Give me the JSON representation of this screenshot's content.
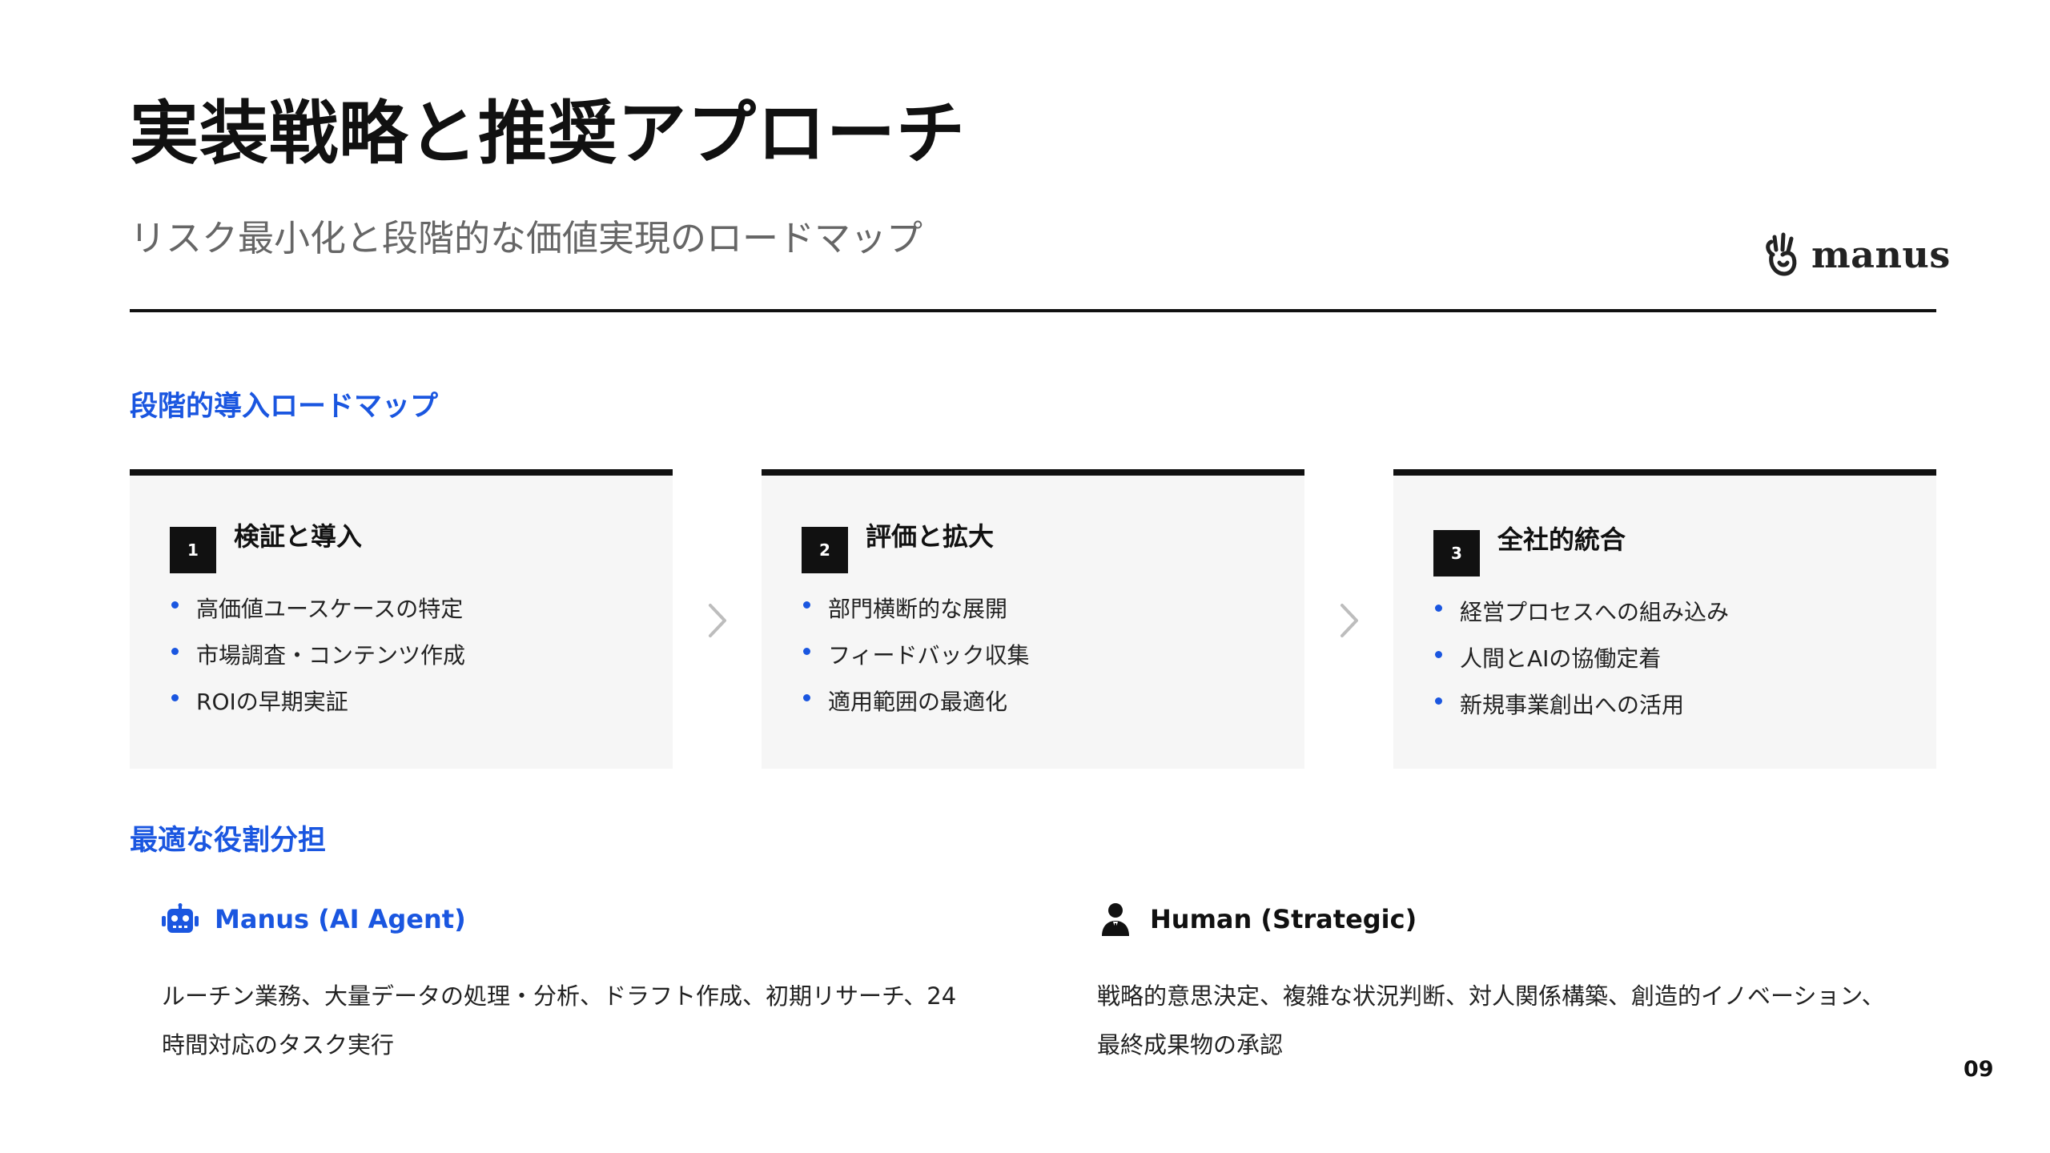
{
  "header": {
    "title": "実装戦略と推奨アプローチ",
    "subtitle": "リスク最小化と段階的な価値実現のロードマップ"
  },
  "logo": {
    "text": "manus",
    "icon": "manus-hand-logo-icon"
  },
  "roadmap": {
    "heading": "段階的導入ロードマップ",
    "phases": [
      {
        "number": "1",
        "title": "検証と導入",
        "items": [
          "高価値ユースケースの特定",
          "市場調査・コンテンツ作成",
          "ROIの早期実証"
        ]
      },
      {
        "number": "2",
        "title": "評価と拡大",
        "items": [
          "部門横断的な展開",
          "フィードバック収集",
          "適用範囲の最適化"
        ]
      },
      {
        "number": "3",
        "title": "全社的統合",
        "items": [
          "経営プロセスへの組み込み",
          "人間とAIの協働定着",
          "新規事業創出への活用"
        ]
      }
    ],
    "arrow_icon": "chevron-right-icon"
  },
  "roles": {
    "heading": "最適な役割分担",
    "ai": {
      "icon": "robot-icon",
      "name": "Manus (AI Agent)",
      "description": "ルーチン業務、大量データの処理・分析、ドラフト作成、初期リサーチ、24時間対応のタスク実行"
    },
    "human": {
      "icon": "person-icon",
      "name": "Human (Strategic)",
      "description": "戦略的意思決定、複雑な状況判断、対人関係構築、創造的イノベーション、最終成果物の承認"
    }
  },
  "footer": {
    "page_number": "09"
  },
  "colors": {
    "accent": "#1a56e0",
    "text": "#111111",
    "subtle_text": "#666666",
    "card_background": "#f6f6f6"
  }
}
